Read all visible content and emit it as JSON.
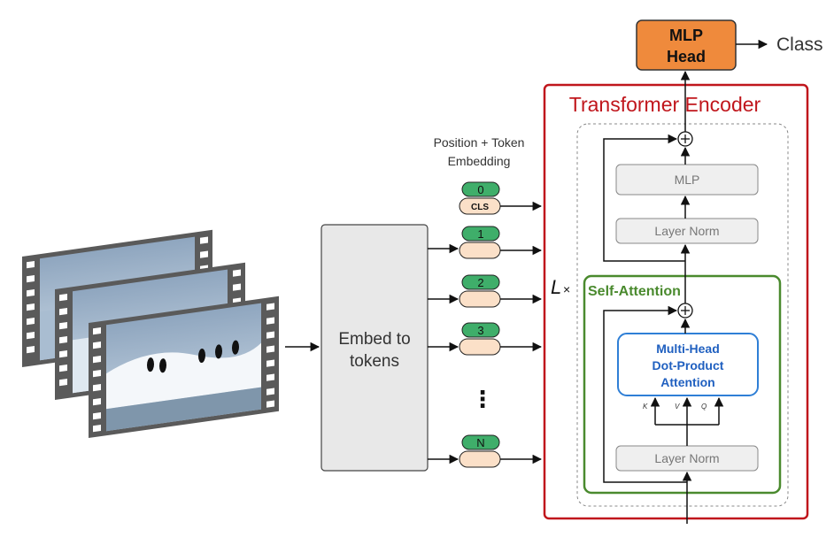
{
  "output": {
    "mlp_head_line1": "MLP",
    "mlp_head_line2": "Head",
    "class_label": "Class"
  },
  "encoder": {
    "title": "Transformer Encoder",
    "repeat_label": "L",
    "repeat_symbol": "×",
    "mlp_label": "MLP",
    "layer_norm_top": "Layer Norm",
    "layer_norm_bottom": "Layer Norm",
    "self_attention_label": "Self-Attention",
    "attention_line1": "Multi-Head",
    "attention_line2": "Dot-Product",
    "attention_line3": "Attention",
    "k_label": "K",
    "v_label": "V",
    "q_label": "Q",
    "add_symbol": "+"
  },
  "embedding": {
    "header_line1": "Position + Token",
    "header_line2": "Embedding",
    "cls_label": "CLS",
    "positions": [
      "0",
      "1",
      "2",
      "3",
      "N"
    ],
    "ellipsis": "⋮"
  },
  "embed_block": {
    "line1": "Embed to",
    "line2": "tokens"
  },
  "colors": {
    "mlp_head_fill": "#ef8a3c",
    "encoder_border": "#c0161c",
    "self_attention_border": "#4a8a2e",
    "attention_border": "#2f7fd6",
    "attention_text": "#2060c0",
    "position_fill": "#3fae6a",
    "token_fill": "#fbe0c8",
    "embed_block_fill": "#e8e8e8"
  }
}
